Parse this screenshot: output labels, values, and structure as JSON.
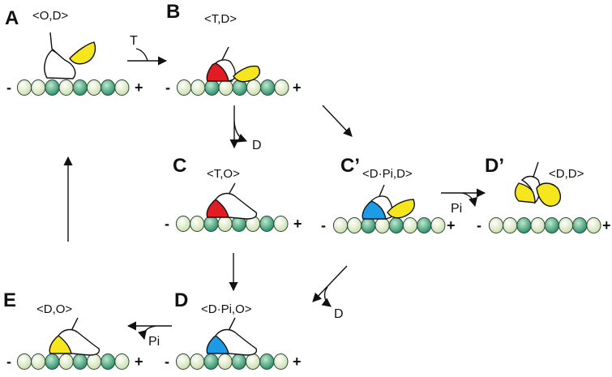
{
  "colors": {
    "atp": "#e31b23",
    "adp_pi": "#1e9be6",
    "adp": "#f5e61e",
    "empty": "#ffffff",
    "tubulin_light": "#eef5d8",
    "tubulin_dark": "#2f9e76"
  },
  "panels": {
    "A": {
      "letter": "A",
      "state": "<O,D>"
    },
    "B": {
      "letter": "B",
      "state": "<T,D>"
    },
    "C": {
      "letter": "C",
      "state": "<T,O>"
    },
    "Cp": {
      "letter": "C’",
      "state": "<D·Pi,D>"
    },
    "Dp": {
      "letter": "D’",
      "state": "<D,D>"
    },
    "D": {
      "letter": "D",
      "state": "<D·Pi,O>"
    },
    "E": {
      "letter": "E",
      "state": "<D,O>"
    }
  },
  "reactions": {
    "ab": "T",
    "bc": "D",
    "cpdp": "Pi",
    "cpd": "D",
    "de": "Pi"
  },
  "polarity": {
    "minus": "-",
    "plus": "+"
  }
}
